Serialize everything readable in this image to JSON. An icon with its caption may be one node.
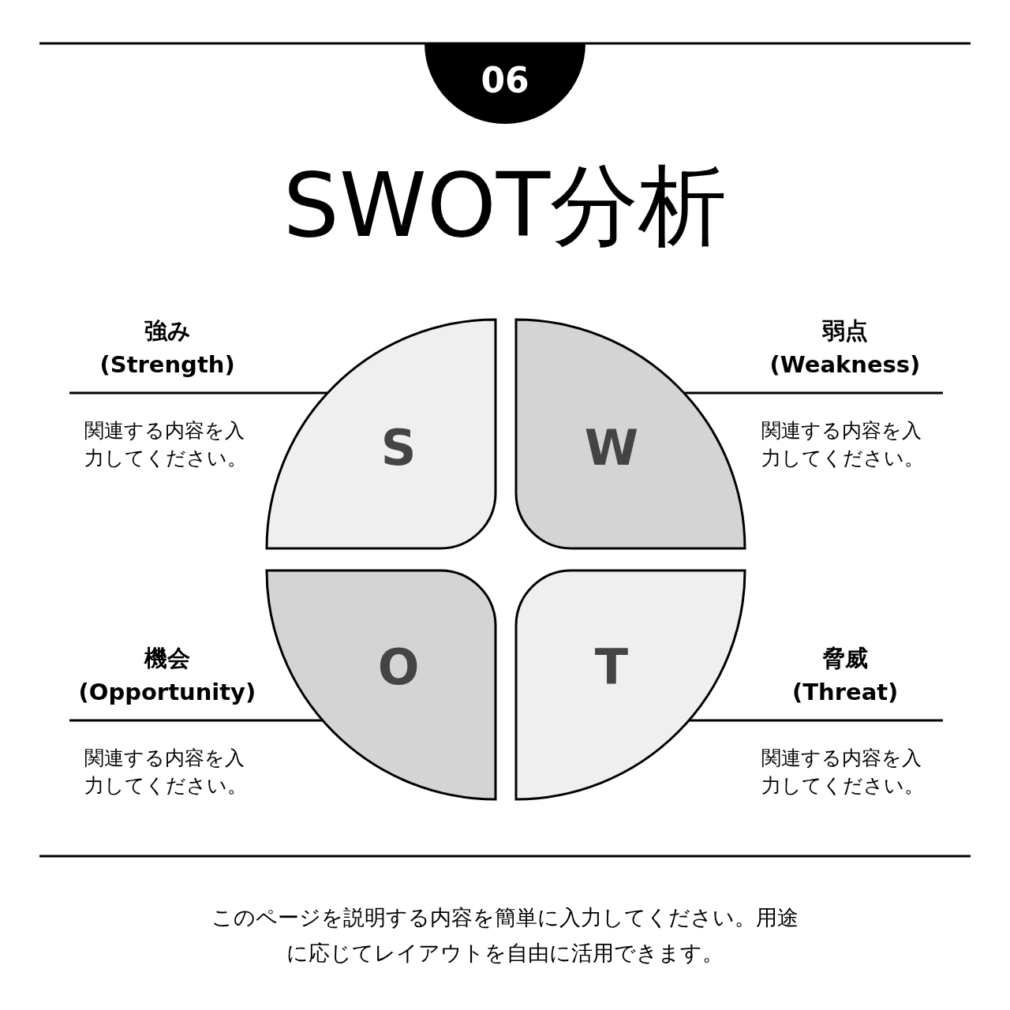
{
  "diagram": {
    "title": "SWOT分析",
    "nodes": [
      {
        "text": [
          "06"
        ]
      },
      {
        "text": [
          "S"
        ],
        "beside": [
          "強み (Strength)",
          "関連する内容を入力してください。"
        ]
      },
      {
        "text": [
          "W"
        ],
        "beside": [
          "弱点 (Weakness)",
          "関連する内容を入力してください。"
        ]
      },
      {
        "text": [
          "O"
        ],
        "beside": [
          "機会 (Opportunity)",
          "関連する内容を入力してください。"
        ]
      },
      {
        "text": [
          "T"
        ],
        "beside": [
          "脅威 (Threat)",
          "関連する内容を入力してください。"
        ]
      }
    ],
    "caption": "このページを説明する内容を簡単に入力してください。用途に応じてレイアウトを自由に活用できます。"
  }
}
